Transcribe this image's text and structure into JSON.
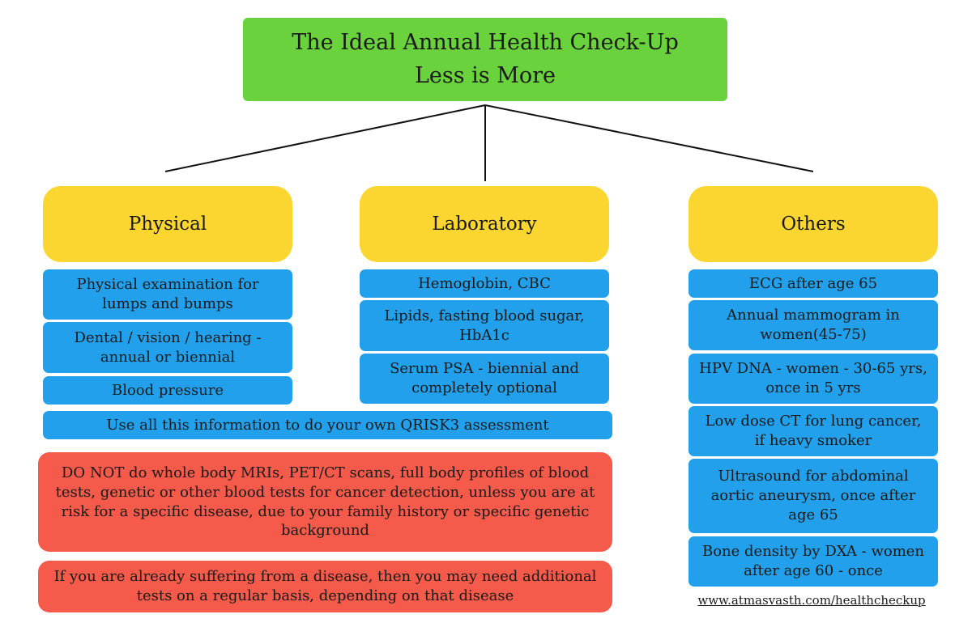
{
  "title": {
    "line1": "The Ideal Annual Health Check-Up",
    "line2": "Less is More"
  },
  "categories": {
    "physical": "Physical",
    "laboratory": "Laboratory",
    "others": "Others"
  },
  "physical_items": [
    "Physical examination for lumps and bumps",
    "Dental / vision / hearing - annual or biennial",
    "Blood pressure"
  ],
  "laboratory_items": [
    "Hemoglobin, CBC",
    "Lipids, fasting blood sugar, HbA1c",
    "Serum PSA - biennial and completely optional"
  ],
  "others_items": [
    "ECG after age 65",
    "Annual mammogram  in women(45-75)",
    "HPV DNA - women - 30-65 yrs, once in 5 yrs",
    "Low dose CT for lung cancer, if heavy smoker",
    "Ultrasound for abdominal aortic aneurysm, once after age 65",
    "Bone density by DXA - women after age 60 - once"
  ],
  "qrisk_note": "Use all this information to do your own QRISK3 assessment",
  "warnings": [
    "DO NOT do whole body MRIs, PET/CT scans, full body profiles of blood tests, genetic or other blood tests for cancer detection, unless you are at risk for a specific disease, due to your family history or specific genetic background",
    "If you are already suffering from a disease, then you may need additional tests on a regular basis, depending on that disease"
  ],
  "footer_link": "www.atmasvasth.com/healthcheckup"
}
